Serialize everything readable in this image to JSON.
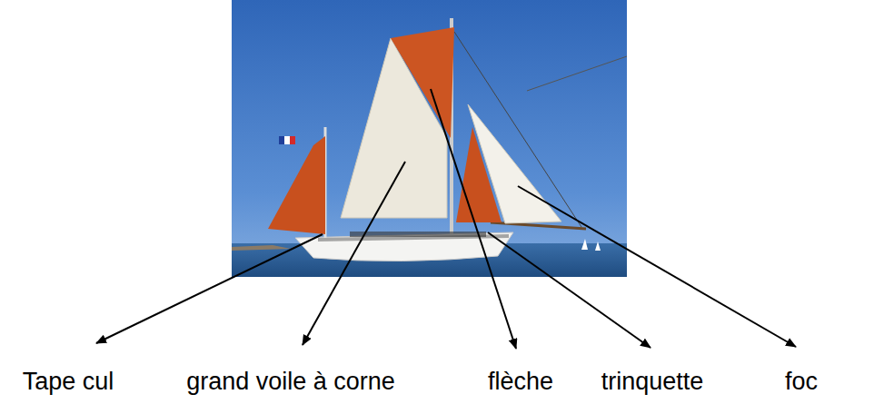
{
  "diagram": {
    "labels": [
      "Tape cul",
      "grand voile à corne",
      "flèche",
      "trinquette",
      "foc"
    ]
  }
}
